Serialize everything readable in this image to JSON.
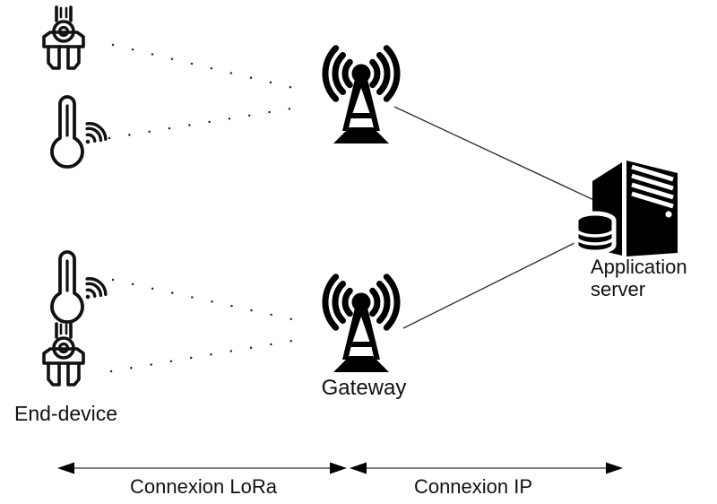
{
  "diagram": {
    "labels": {
      "end_device": "End-device",
      "gateway": "Gateway",
      "application_server_line1": "Application",
      "application_server_line2": "server",
      "connexion_lora": "Connexion LoRa",
      "connexion_ip": "Connexion IP"
    },
    "icons": [
      "robot-gripper-icon",
      "wireless-thermometer-icon",
      "wireless-thermometer-icon",
      "robot-gripper-icon",
      "antenna-tower-icon",
      "antenna-tower-icon",
      "server-tower-icon",
      "database-icon"
    ],
    "links": {
      "lora_links": {
        "style": "dotted",
        "count": 4
      },
      "ip_links": {
        "style": "solid",
        "count": 2
      }
    },
    "colors": {
      "ink": "#000000",
      "icon_stroke": "#111111",
      "thin_line": "#333333",
      "arrow_shaft": "#7d7d7d",
      "background": "#ffffff"
    }
  }
}
